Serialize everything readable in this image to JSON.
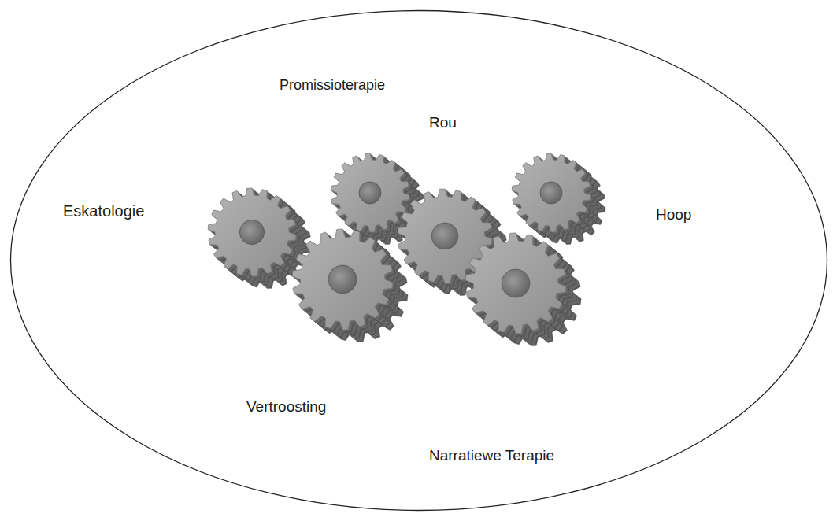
{
  "diagram": {
    "nodes": [
      {
        "text": [
          "Promissioterapie",
          "Rou",
          "Eskatologie",
          "Hoop",
          "Vertroosting",
          "Narratiewe Terapie"
        ]
      }
    ]
  }
}
